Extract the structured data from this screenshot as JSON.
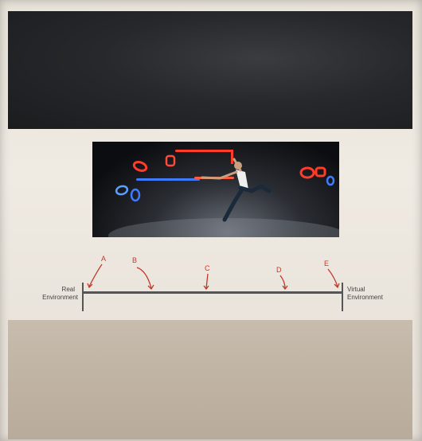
{
  "top_panel": {
    "description": "dark blurred video area"
  },
  "photo": {
    "icon": "dancer-mixed-reality-photo"
  },
  "continuum": {
    "left_end_label_line1": "Real",
    "left_end_label_line2": "Environment",
    "right_end_label_line1": "Virtual",
    "right_end_label_line2": "Environment",
    "markers": [
      {
        "label": "A",
        "position": 0.0
      },
      {
        "label": "B",
        "position": 0.25
      },
      {
        "label": "C",
        "position": 0.47
      },
      {
        "label": "D",
        "position": 0.78
      },
      {
        "label": "E",
        "position": 1.0
      }
    ],
    "accent_color": "#c0392b",
    "line_color": "#555555"
  }
}
